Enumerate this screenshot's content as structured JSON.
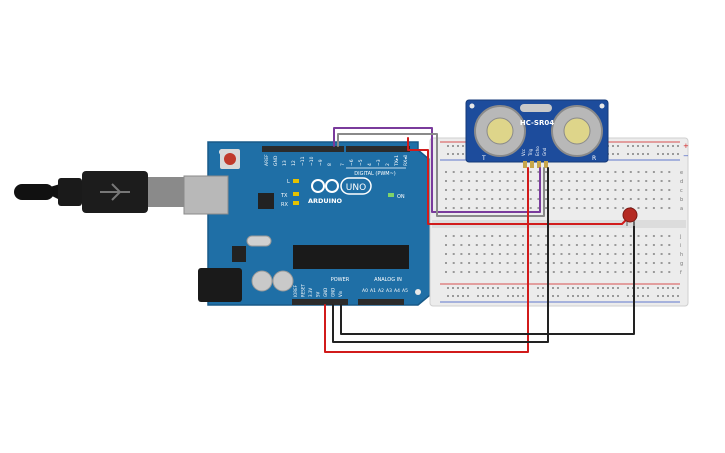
{
  "arduino": {
    "brand_text": "ARDUINO",
    "model_text": "UNO",
    "digital_label": "DIGITAL (PWM~)",
    "power_label": "POWER",
    "analog_label": "ANALOG IN",
    "on_label": "ON",
    "led_l_label": "L",
    "led_tx_label": "TX",
    "led_rx_label": "RX",
    "digital_pins": [
      "AREF",
      "GND",
      "13",
      "12",
      "~11",
      "~10",
      "~9",
      "8",
      "7",
      "~6",
      "~5",
      "4",
      "~3",
      "2",
      "TX▸1",
      "RX◂0"
    ],
    "power_pins": [
      "IOREF",
      "RESET",
      "3.3V",
      "5V",
      "GND",
      "GND",
      "Vin"
    ],
    "analog_pins": [
      "A0",
      "A1",
      "A2",
      "A3",
      "A4",
      "A5"
    ]
  },
  "sensor": {
    "name": "HC-SR04",
    "left_marker": "T",
    "right_marker": "R",
    "pins": [
      "Vcc",
      "Trig",
      "Echo",
      "Gnd"
    ]
  },
  "breadboard": {
    "row_letters_top": [
      "j",
      "i",
      "h",
      "g",
      "f"
    ],
    "row_letters_bottom": [
      "e",
      "d",
      "c",
      "b",
      "a"
    ],
    "rail_plus": "+",
    "rail_minus": "−"
  },
  "colors": {
    "board": "#1f6fa6",
    "header": "#2b2b2b",
    "wire_red": "#d11b1b",
    "wire_black": "#222222",
    "wire_purple": "#7a3b9c",
    "wire_gray": "#8a8a8a",
    "sensor_body": "#1d4c9c",
    "led": "#b52a22"
  }
}
